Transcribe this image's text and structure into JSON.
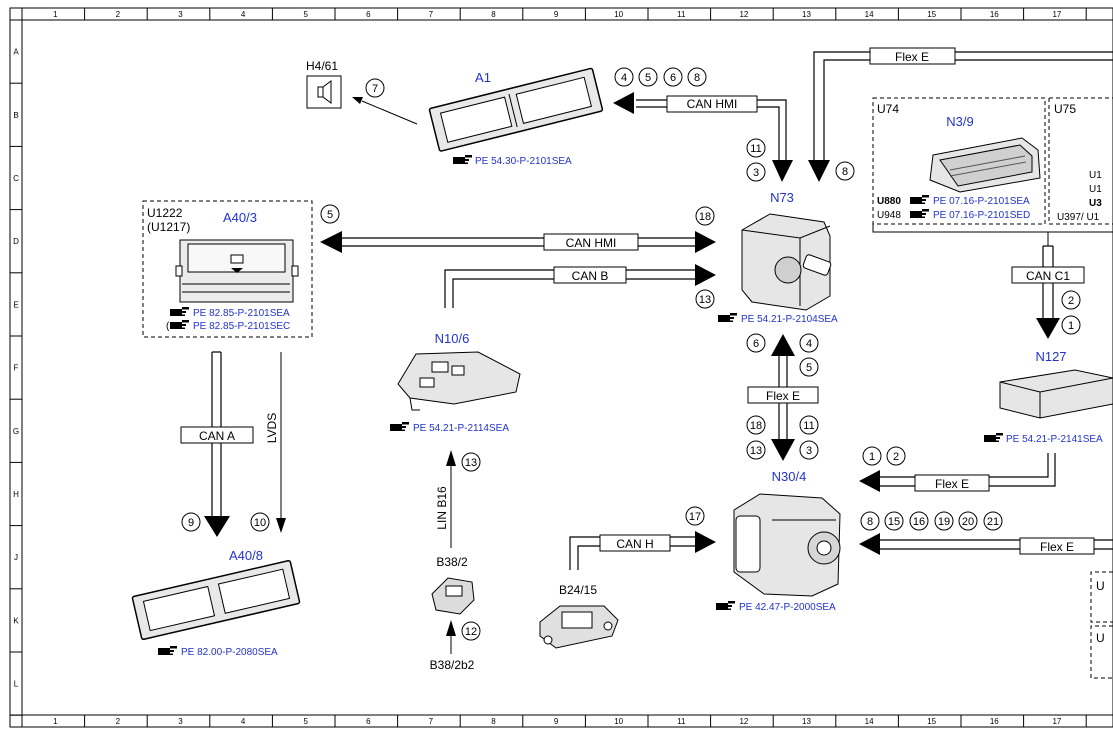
{
  "colors": {
    "line": "#000000",
    "module_label": "#2233cc",
    "reference": "#2233cc",
    "background": "#ffffff"
  },
  "grid": {
    "cols": [
      "1",
      "2",
      "3",
      "4",
      "5",
      "6",
      "7",
      "8",
      "9",
      "10",
      "11",
      "12",
      "13",
      "14",
      "15",
      "16",
      "17"
    ],
    "rows": [
      "A",
      "B",
      "C",
      "D",
      "E",
      "F",
      "G",
      "H",
      "J",
      "K",
      "L"
    ]
  },
  "components": {
    "h4_61": {
      "label": "H4/61",
      "icon": "speaker-icon"
    },
    "a1": {
      "label": "A1",
      "ref": "PE 54.30-P-2101SEA"
    },
    "u1222": {
      "code": "U1222",
      "code2": "(U1217)",
      "label": "A40/3",
      "ref1": "PE 82.85-P-2101SEA",
      "ref2": "PE 82.85-P-2101SEC"
    },
    "n73": {
      "label": "N73",
      "ref": "PE 54.21-P-2104SEA"
    },
    "n10_6": {
      "label": "N10/6",
      "ref": "PE 54.21-P-2114SEA"
    },
    "u74": {
      "code": "U74",
      "label": "N3/9",
      "r1_code": "U880",
      "ref1": "PE 07.16-P-2101SEA",
      "r2_code": "U948",
      "ref2": "PE 07.16-P-2101SED"
    },
    "u75": {
      "code": "U75",
      "code_u1a": "U1",
      "code_u1b": "U1",
      "code_u3": "U3",
      "code_u397": "U397/ U1"
    },
    "n127": {
      "label": "N127",
      "ref": "PE 54.21-P-2141SEA"
    },
    "n30_4": {
      "label": "N30/4",
      "ref": "PE 42.47-P-2000SEA"
    },
    "a40_8": {
      "label": "A40/8",
      "ref": "PE 82.00-P-2080SEA"
    },
    "b38_2": {
      "label": "B38/2"
    },
    "b38_2b2": {
      "label": "B38/2b2"
    },
    "b24_15": {
      "label": "B24/15"
    },
    "edge_u_top": "U",
    "edge_u_bot": "U"
  },
  "buses": {
    "flex_e_top": "Flex E",
    "can_hmi_a1": "CAN HMI",
    "can_hmi_mid": "CAN HMI",
    "can_b": "CAN B",
    "can_c1": "CAN C1",
    "flex_e_mid": "Flex E",
    "can_a": "CAN A",
    "lvds": "LVDS",
    "lin_b16": "LIN B16",
    "can_h": "CAN H",
    "flex_e_h": "Flex E",
    "flex_e_j": "Flex E"
  },
  "markers": {
    "m7": "7",
    "m4": "4",
    "m5": "5",
    "m6": "6",
    "m8": "8",
    "m11": "11",
    "m3": "3",
    "m8b": "8",
    "m5b": "5",
    "m18": "18",
    "m13": "13",
    "m2": "2",
    "m1": "1",
    "m6b": "6",
    "m4b": "4",
    "m5c": "5",
    "m18b": "18",
    "m11b": "11",
    "m13b": "13",
    "m3b": "3",
    "m1b": "1",
    "m2b": "2",
    "m9": "9",
    "m10": "10",
    "m13c": "13",
    "m12": "12",
    "m17": "17",
    "m8c": "8",
    "m15": "15",
    "m16": "16",
    "m19": "19",
    "m20": "20",
    "m21": "21"
  }
}
